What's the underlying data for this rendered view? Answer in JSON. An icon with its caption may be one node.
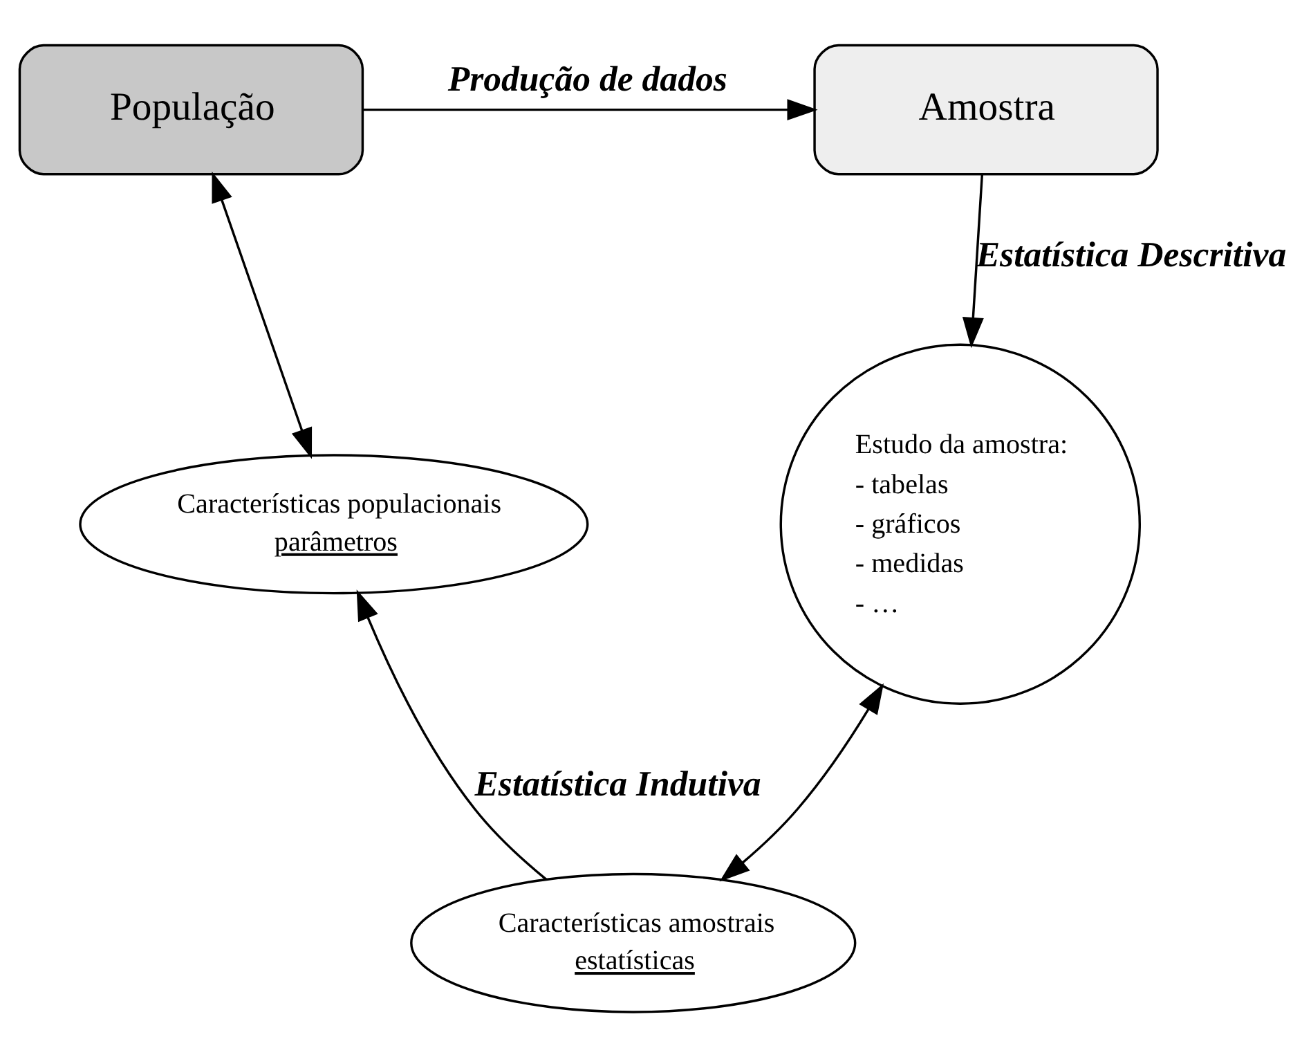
{
  "diagram": {
    "nodes": [
      {
        "text": [
          "População"
        ]
      },
      {
        "text": [
          "Amostra"
        ]
      },
      {
        "text": [
          "Características populacionais",
          "parâmetros"
        ]
      },
      {
        "text": [
          "Estudo da amostra:",
          "- tabelas",
          "- gráficos",
          "- medidas",
          "- …"
        ]
      },
      {
        "text": [
          "Características amostrais",
          "estatísticas"
        ]
      }
    ],
    "edges": [
      {
        "from": 0,
        "to": 1,
        "arrow": "to",
        "label": "Produção de dados"
      },
      {
        "from": 0,
        "to": 2,
        "arrow": "both"
      },
      {
        "from": 1,
        "to": 3,
        "arrow": "to",
        "label": "Estatística Descritiva"
      },
      {
        "from": 3,
        "to": 4,
        "arrow": "both"
      },
      {
        "from": 4,
        "to": 2,
        "arrow": "to",
        "label": "Estatística Indutiva"
      }
    ]
  }
}
